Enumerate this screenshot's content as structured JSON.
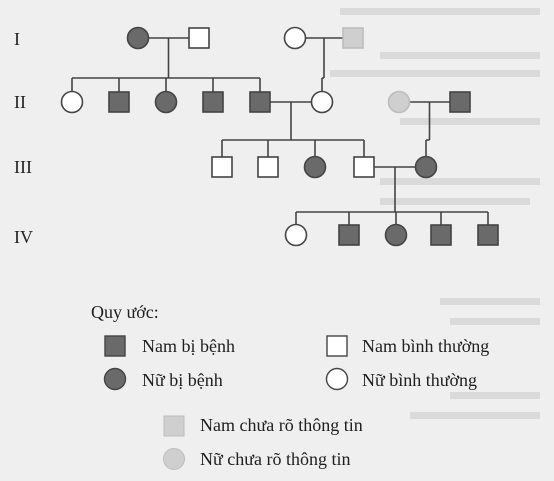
{
  "generations": [
    "I",
    "II",
    "III",
    "IV"
  ],
  "legend": {
    "title": "Quy ước:",
    "affected_male": "Nam bị bệnh",
    "normal_male": "Nam bình thường",
    "affected_female": "Nữ bị bệnh",
    "normal_female": "Nữ bình thường",
    "unknown_male": "Nam chưa rõ thông tin",
    "unknown_female": "Nữ chưa rõ thông tin"
  },
  "colors": {
    "affected": "#6a6a6a",
    "normal": "#ffffff",
    "unknown": "#cfcfcf",
    "line": "#444444",
    "background": "#efefef"
  },
  "individuals": [
    {
      "id": "I-1",
      "generation": "I",
      "sex": "female",
      "status": "affected"
    },
    {
      "id": "I-2",
      "generation": "I",
      "sex": "male",
      "status": "normal"
    },
    {
      "id": "I-3",
      "generation": "I",
      "sex": "female",
      "status": "normal"
    },
    {
      "id": "I-4",
      "generation": "I",
      "sex": "male",
      "status": "unknown"
    },
    {
      "id": "II-1",
      "generation": "II",
      "sex": "female",
      "status": "normal"
    },
    {
      "id": "II-2",
      "generation": "II",
      "sex": "male",
      "status": "affected"
    },
    {
      "id": "II-3",
      "generation": "II",
      "sex": "female",
      "status": "affected"
    },
    {
      "id": "II-4",
      "generation": "II",
      "sex": "male",
      "status": "affected"
    },
    {
      "id": "II-5",
      "generation": "II",
      "sex": "male",
      "status": "affected"
    },
    {
      "id": "II-6",
      "generation": "II",
      "sex": "female",
      "status": "normal"
    },
    {
      "id": "II-7",
      "generation": "II",
      "sex": "female",
      "status": "unknown"
    },
    {
      "id": "II-8",
      "generation": "II",
      "sex": "male",
      "status": "affected"
    },
    {
      "id": "III-1",
      "generation": "III",
      "sex": "male",
      "status": "normal"
    },
    {
      "id": "III-2",
      "generation": "III",
      "sex": "male",
      "status": "normal"
    },
    {
      "id": "III-3",
      "generation": "III",
      "sex": "female",
      "status": "affected"
    },
    {
      "id": "III-4",
      "generation": "III",
      "sex": "male",
      "status": "normal"
    },
    {
      "id": "III-5",
      "generation": "III",
      "sex": "female",
      "status": "affected"
    },
    {
      "id": "IV-1",
      "generation": "IV",
      "sex": "female",
      "status": "normal"
    },
    {
      "id": "IV-2",
      "generation": "IV",
      "sex": "male",
      "status": "affected"
    },
    {
      "id": "IV-3",
      "generation": "IV",
      "sex": "female",
      "status": "affected"
    },
    {
      "id": "IV-4",
      "generation": "IV",
      "sex": "male",
      "status": "affected"
    },
    {
      "id": "IV-5",
      "generation": "IV",
      "sex": "male",
      "status": "affected"
    }
  ],
  "matings": [
    {
      "partners": [
        "I-1",
        "I-2"
      ],
      "children": [
        "II-1",
        "II-2",
        "II-3",
        "II-4",
        "II-5"
      ]
    },
    {
      "partners": [
        "I-3",
        "I-4"
      ],
      "children": [
        "II-6"
      ]
    },
    {
      "partners": [
        "II-5",
        "II-6"
      ],
      "children": [
        "III-1",
        "III-2",
        "III-3",
        "III-4"
      ]
    },
    {
      "partners": [
        "II-7",
        "II-8"
      ],
      "children": [
        "III-5"
      ]
    },
    {
      "partners": [
        "III-4",
        "III-5"
      ],
      "children": [
        "IV-1",
        "IV-2",
        "IV-3",
        "IV-4",
        "IV-5"
      ]
    }
  ]
}
